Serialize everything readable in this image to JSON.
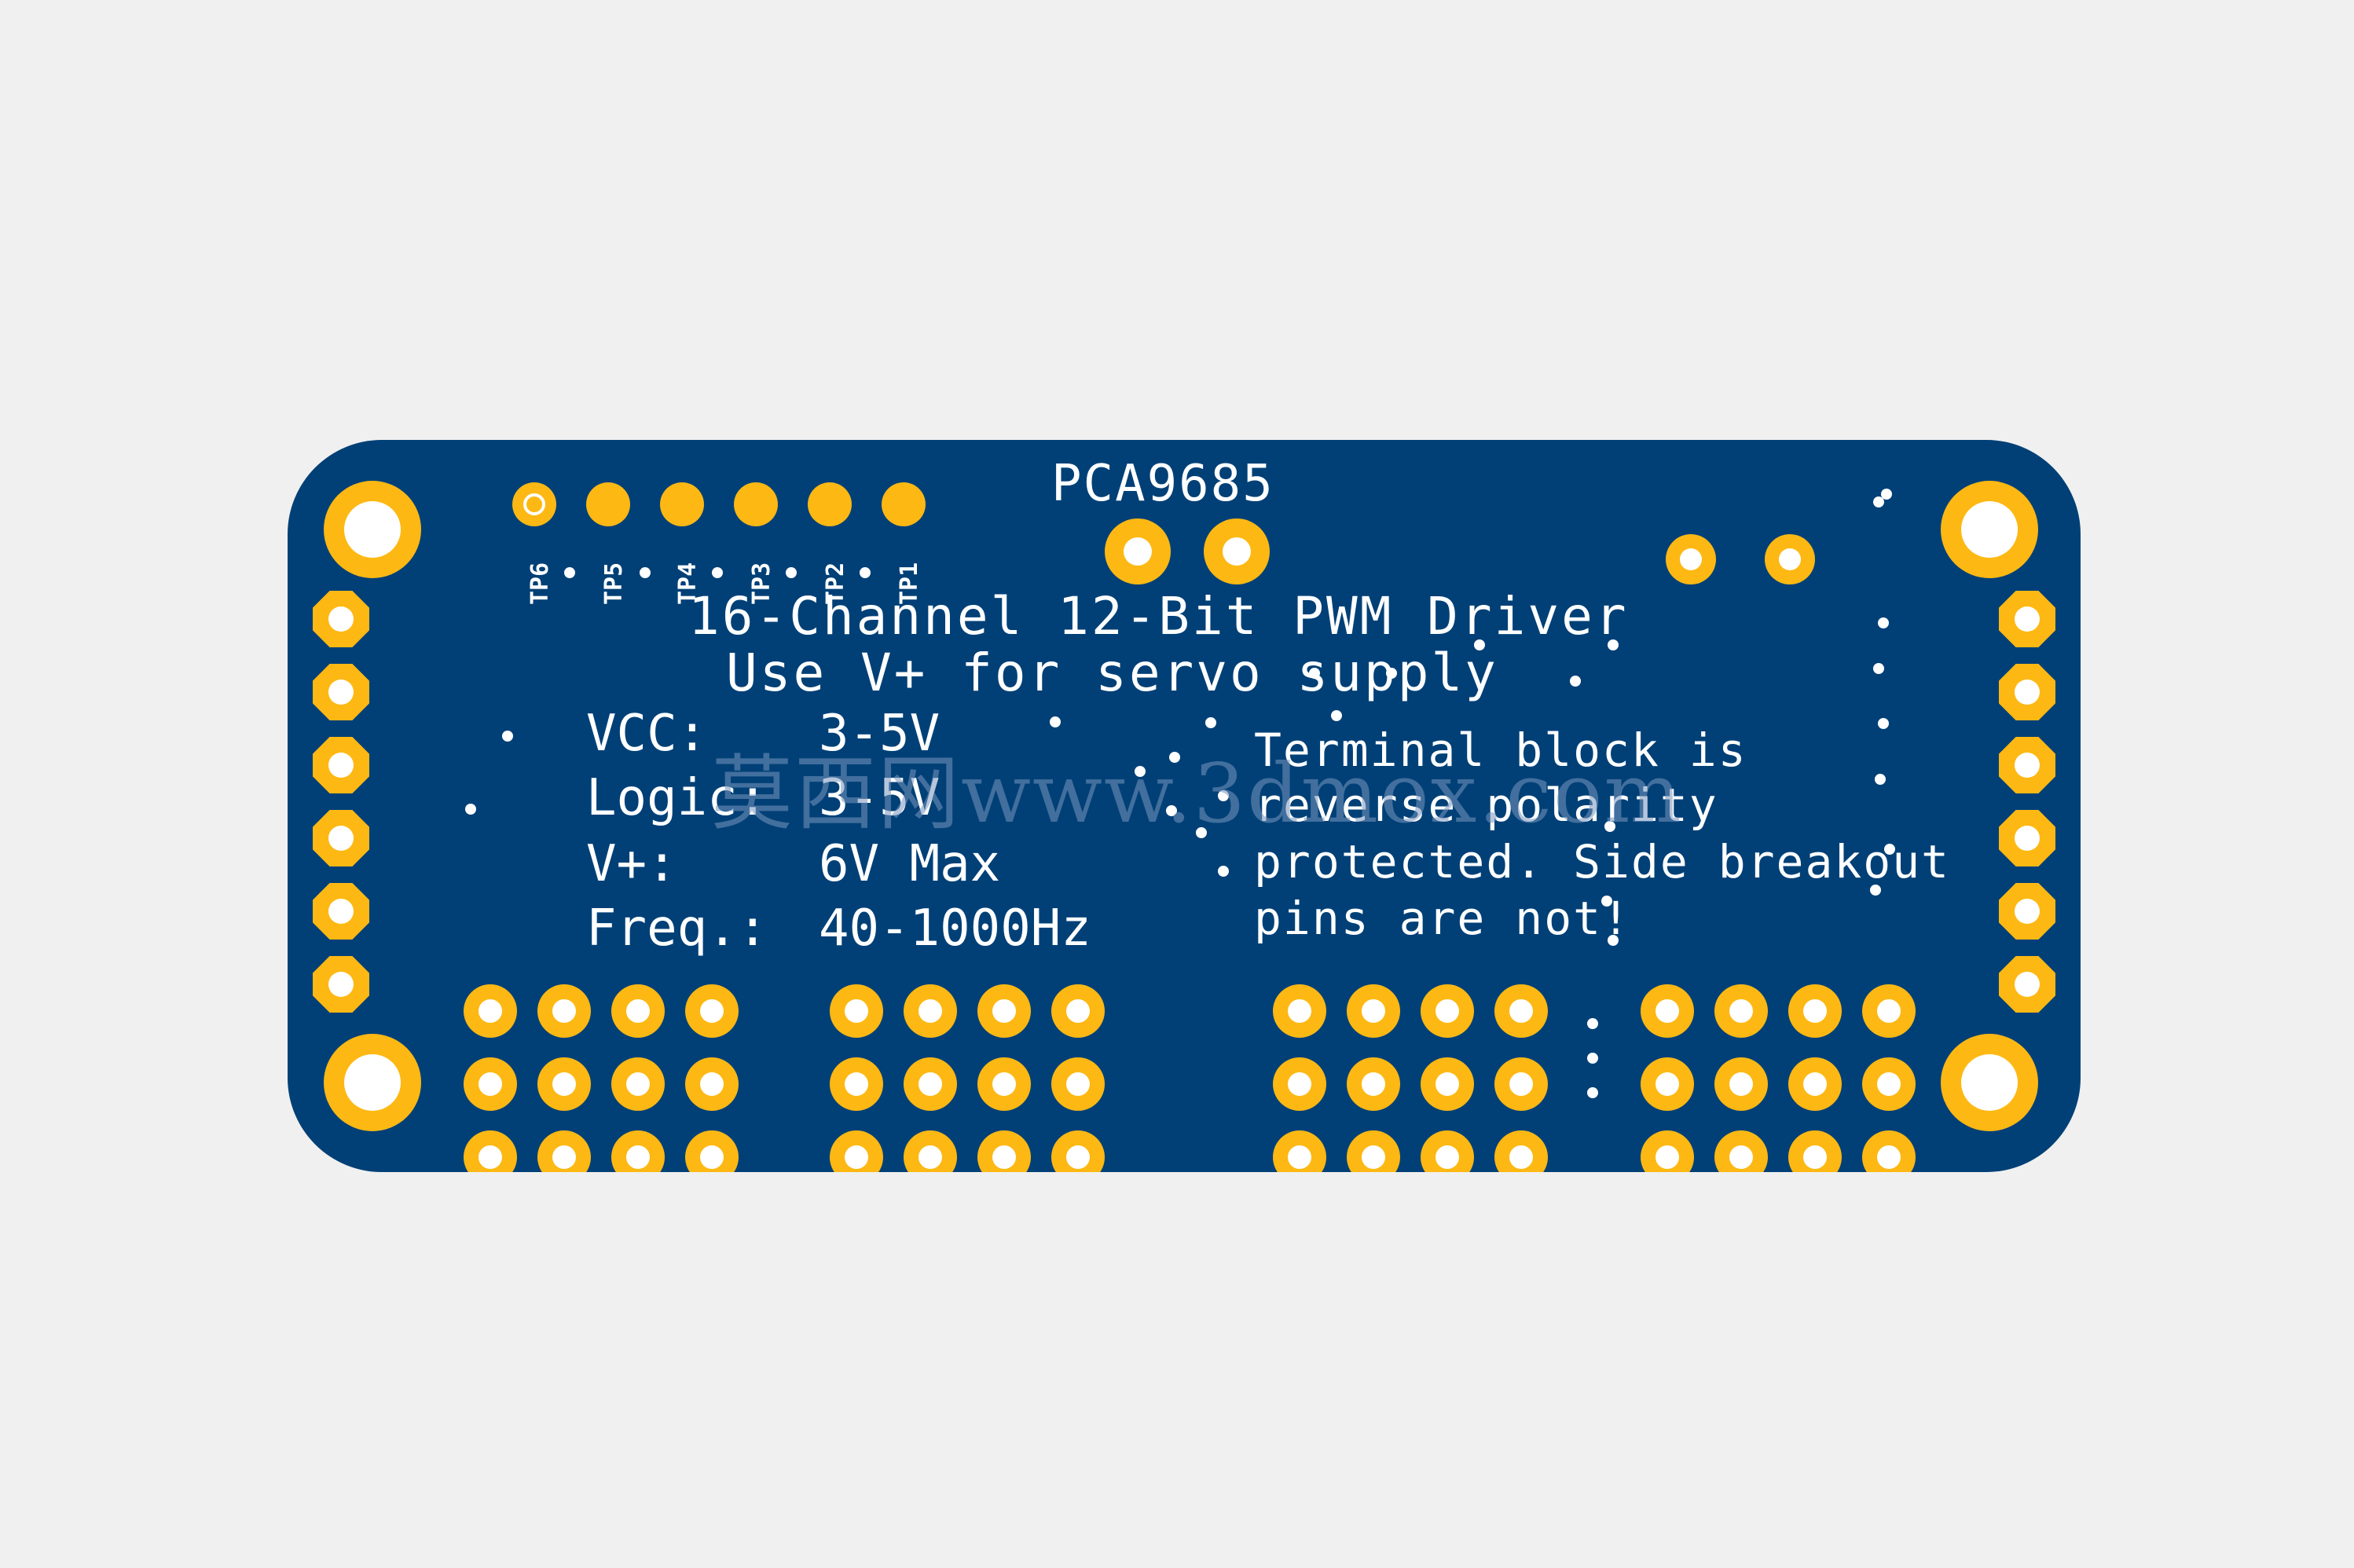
{
  "board": {
    "chip_name": "PCA9685",
    "title_line1": "16-Channel 12-Bit PWM Driver",
    "title_line2": "Use V+ for servo supply",
    "specs": [
      {
        "label": "VCC:",
        "value": "3-5V"
      },
      {
        "label": "Logic:",
        "value": "3-5V"
      },
      {
        "label": "V+:",
        "value": "6V Max"
      },
      {
        "label": "Freq.:",
        "value": "40-1000Hz"
      }
    ],
    "note_lines": [
      "Terminal block is",
      "reverse polarity",
      "protected. Side breakout",
      "pins are not!"
    ],
    "test_points": [
      "TP6",
      "TP5",
      "TP4",
      "TP3",
      "TP2",
      "TP1"
    ]
  },
  "watermark": "莫西网www.3dmox.com",
  "colors": {
    "background": "#f0f0f0",
    "pcb": "#004077",
    "pad": "#fdb813",
    "silkscreen": "#ffffff"
  }
}
